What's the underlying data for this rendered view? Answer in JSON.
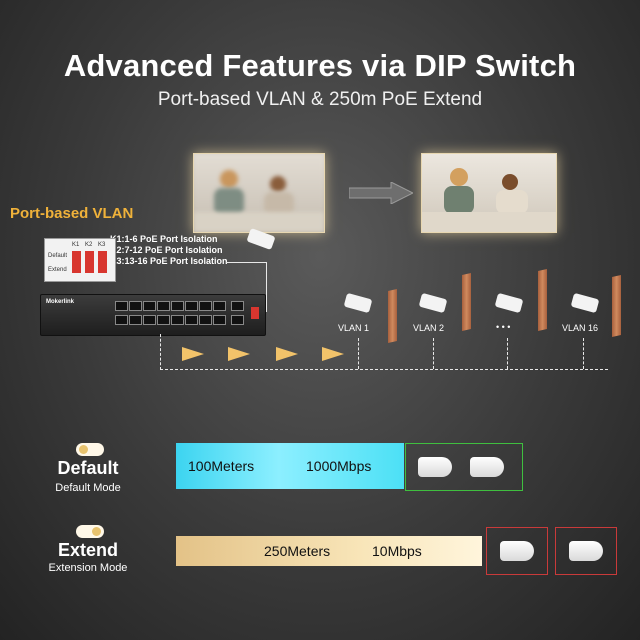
{
  "header": {
    "title": "Advanced Features via DIP Switch",
    "subtitle": "Port-based VLAN & 250m PoE Extend"
  },
  "vlan_section": {
    "label": "Port-based VLAN",
    "isolation": [
      "K1:1-6 PoE Port Isolation",
      "K2:7-12 PoE Port Isolation",
      "K3:13-16 PoE Port Isolation"
    ],
    "dip_keys": [
      "K1",
      "K2",
      "K3"
    ],
    "dip_labels": [
      "Default",
      "Extend"
    ],
    "switch_brand": "Mokerlink",
    "vlans": [
      "VLAN 1",
      "VLAN 2",
      "• • •",
      "VLAN 16"
    ]
  },
  "modes": {
    "default": {
      "name": "Default",
      "description": "Default Mode",
      "distance": "100Meters",
      "speed": "1000Mbps"
    },
    "extend": {
      "name": "Extend",
      "description": "Extension Mode",
      "distance": "250Meters",
      "speed": "10Mbps"
    }
  },
  "colors": {
    "accent": "#f0b23a",
    "default_bar": "#4ce0f5",
    "extend_bar": "#f3dba6",
    "ok_border": "#3fbf3f",
    "warn_border": "#c93a3a"
  }
}
